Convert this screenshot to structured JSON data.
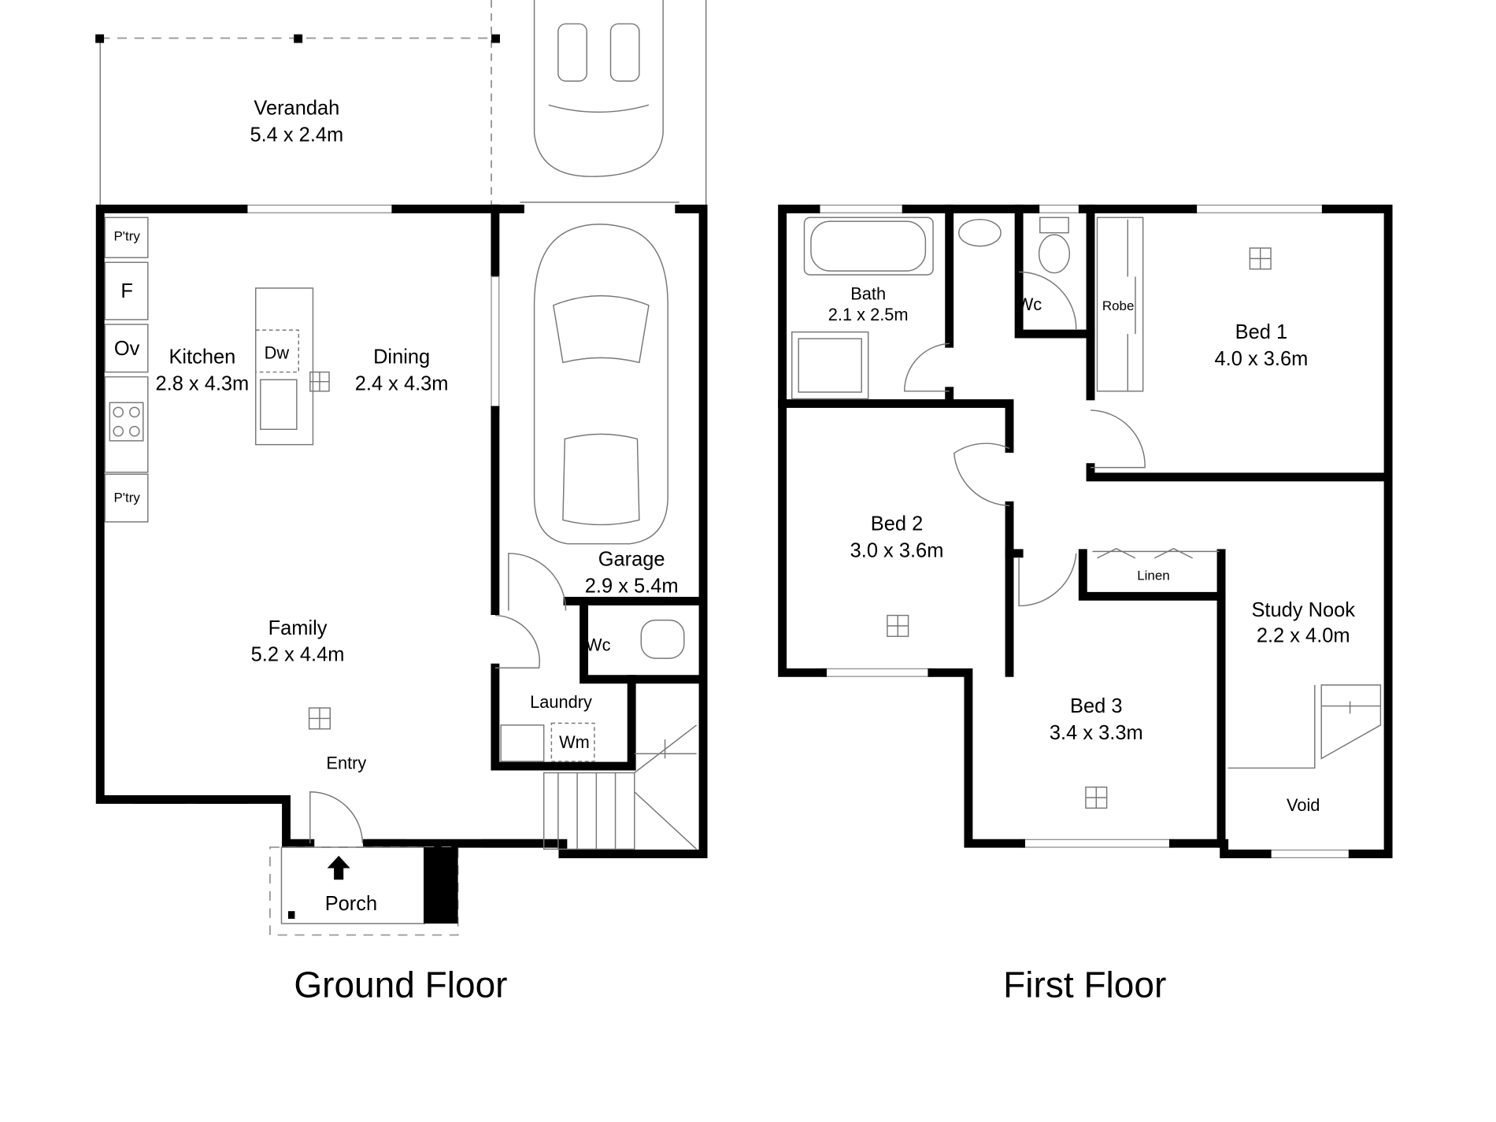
{
  "ground_floor": {
    "title": "Ground Floor",
    "rooms": {
      "verandah": {
        "name": "Verandah",
        "size": "5.4 x 2.4m"
      },
      "kitchen": {
        "name": "Kitchen",
        "size": "2.8 x 4.3m"
      },
      "dining": {
        "name": "Dining",
        "size": "2.4 x 4.3m"
      },
      "garage": {
        "name": "Garage",
        "size": "2.9 x 5.4m"
      },
      "family": {
        "name": "Family",
        "size": "5.2 x 4.4m"
      },
      "wc": {
        "name": "Wc"
      },
      "laundry": {
        "name": "Laundry"
      },
      "entry": {
        "name": "Entry"
      },
      "porch": {
        "name": "Porch"
      }
    },
    "fixtures": {
      "pantry_top": "P'try",
      "fridge": "F",
      "oven": "Ov",
      "dishwasher": "Dw",
      "pantry_bottom": "P'try",
      "washing_machine": "Wm"
    }
  },
  "first_floor": {
    "title": "First Floor",
    "rooms": {
      "bath": {
        "name": "Bath",
        "size": "2.1 x 2.5m"
      },
      "wc": {
        "name": "Wc"
      },
      "robe": {
        "name": "Robe"
      },
      "bed1": {
        "name": "Bed 1",
        "size": "4.0 x 3.6m"
      },
      "bed2": {
        "name": "Bed 2",
        "size": "3.0 x 3.6m"
      },
      "linen": {
        "name": "Linen"
      },
      "study": {
        "name": "Study Nook",
        "size": "2.2 x 4.0m"
      },
      "bed3": {
        "name": "Bed 3",
        "size": "3.4 x 3.3m"
      },
      "void": {
        "name": "Void"
      }
    }
  }
}
